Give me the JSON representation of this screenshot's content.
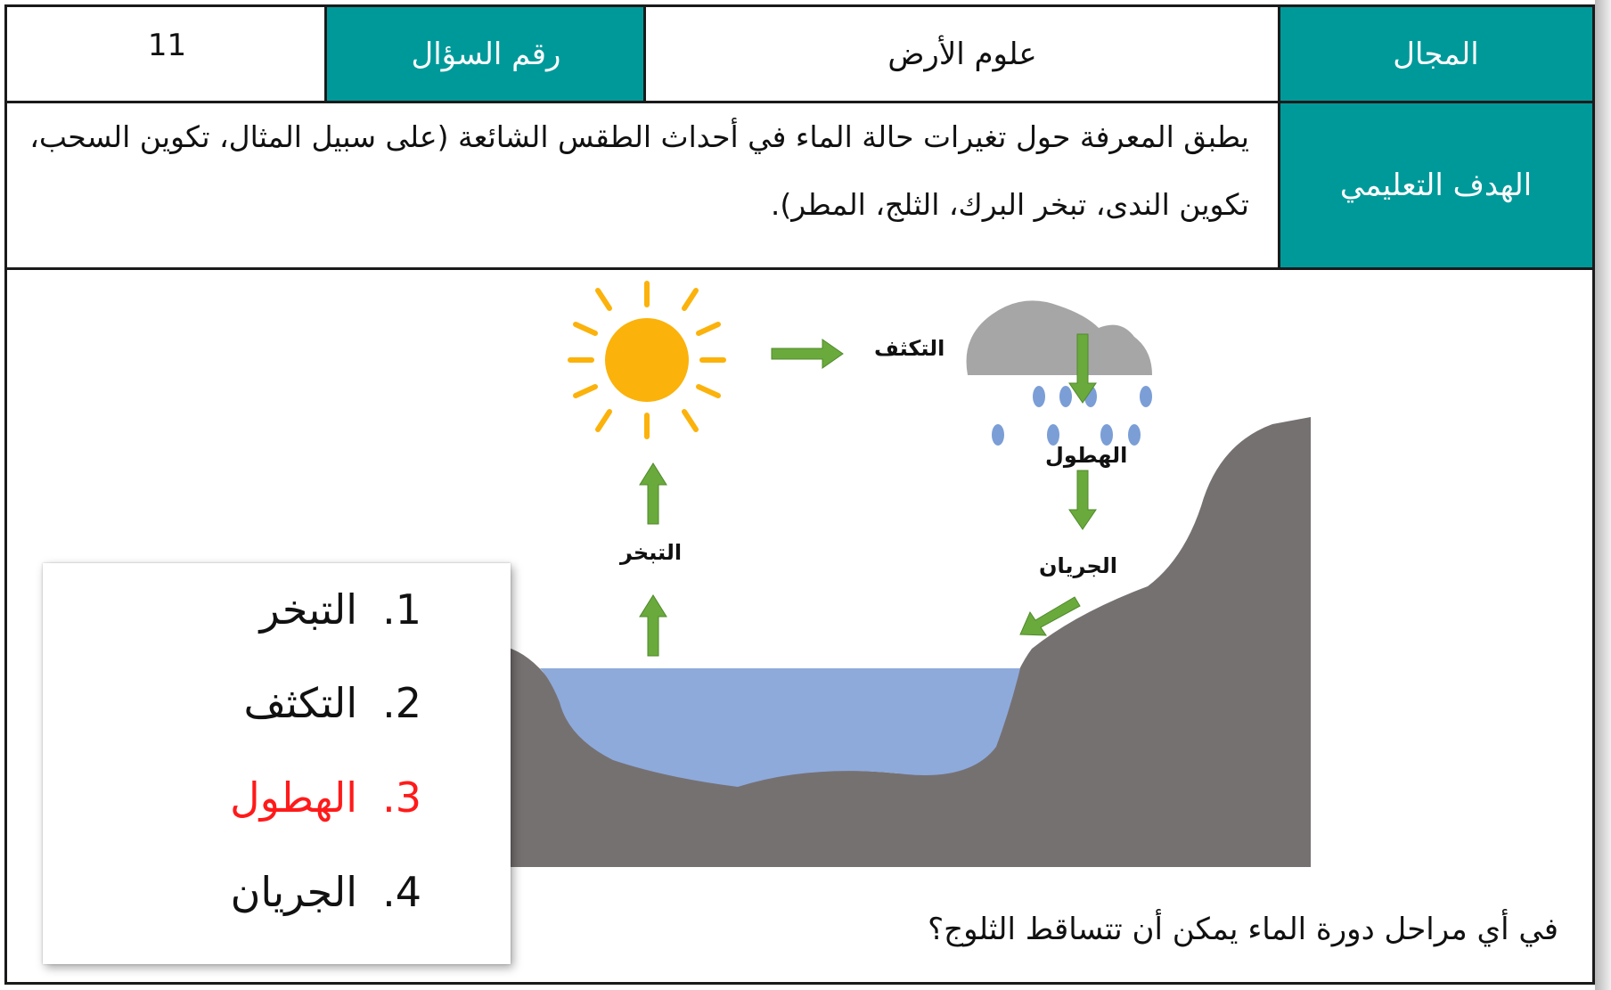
{
  "header": {
    "domain_label": "المجال",
    "domain_value": "علوم الأرض",
    "question_number_label": "رقم السؤال",
    "question_number_value": "11"
  },
  "objective": {
    "label": "الهدف التعليمي",
    "text": "يطبق المعرفة حول تغيرات حالة الماء في أحداث الطقس الشائعة (على سبيل المثال، تكوين السحب، تكوين الندى، تبخر البرك، الثلج، المطر)."
  },
  "diagram": {
    "labels": {
      "condensation": "التكثف",
      "precipitation": "الهطول",
      "evaporation": "التبخر",
      "runoff": "الجريان"
    },
    "colors": {
      "sun": "#fbb20b",
      "cloud": "#a6a6a6",
      "rain": "#7b9ed6",
      "water": "#8eaadb",
      "land": "#767171",
      "arrow": "#6aaa3c"
    },
    "icons": [
      "sun-icon",
      "cloud-icon",
      "raindrop-icon",
      "arrow-icon"
    ]
  },
  "options": [
    {
      "num": "1.",
      "text": "التبخر",
      "correct": false
    },
    {
      "num": "2.",
      "text": "التكثف",
      "correct": false
    },
    {
      "num": "3.",
      "text": "الهطول",
      "correct": true
    },
    {
      "num": "4.",
      "text": "الجريان",
      "correct": false
    }
  ],
  "question": "في أي مراحل دورة الماء يمكن أن تتساقط الثلوج؟"
}
